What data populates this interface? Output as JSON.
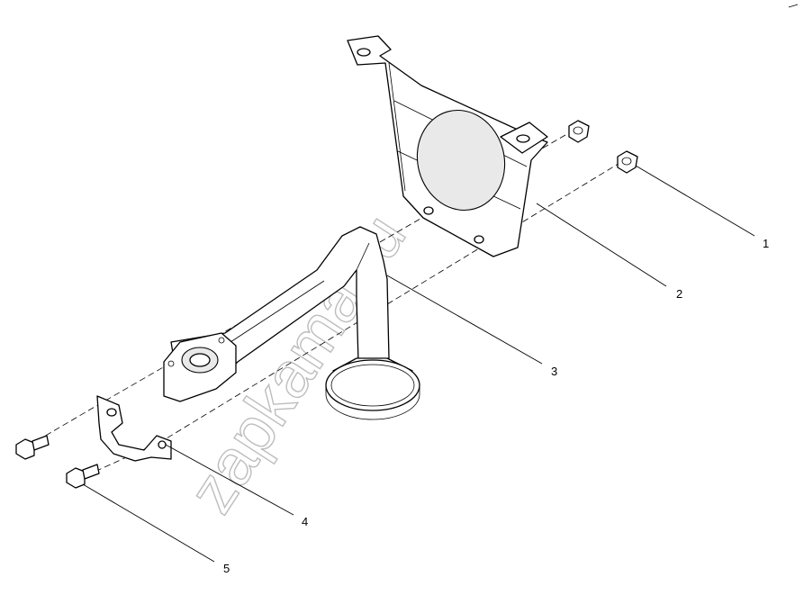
{
  "watermark": "zapkama.ru",
  "callouts": [
    {
      "id": "1",
      "label": "1"
    },
    {
      "id": "2",
      "label": "2"
    },
    {
      "id": "3",
      "label": "3"
    },
    {
      "id": "4",
      "label": "4"
    },
    {
      "id": "5",
      "label": "5"
    }
  ]
}
